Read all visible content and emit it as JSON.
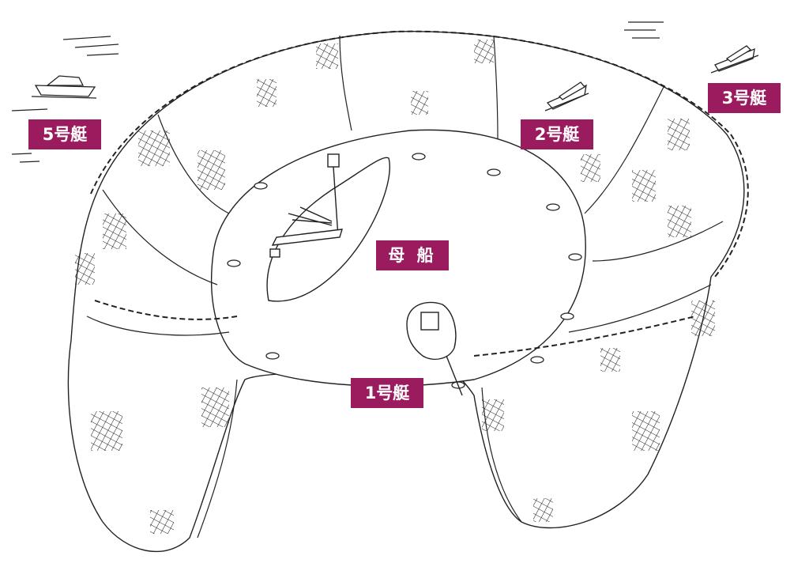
{
  "colors": {
    "label_bg": "#9b1b5f",
    "label_text": "#ffffff",
    "line": "#222222",
    "background": "#ffffff"
  },
  "labels": {
    "boat_1": "1号艇",
    "boat_2": "2号艇",
    "boat_3": "3号艇",
    "boat_5": "5号艇",
    "mother_ship": "母 船"
  },
  "icons": {
    "net": "purse-seine-net-illustration",
    "mother_ship": "mother-ship-icon",
    "boat_1": "skiff-boat-icon",
    "boat_2": "speedboat-icon",
    "boat_3": "speedboat-icon",
    "boat_5": "speedboat-icon"
  }
}
